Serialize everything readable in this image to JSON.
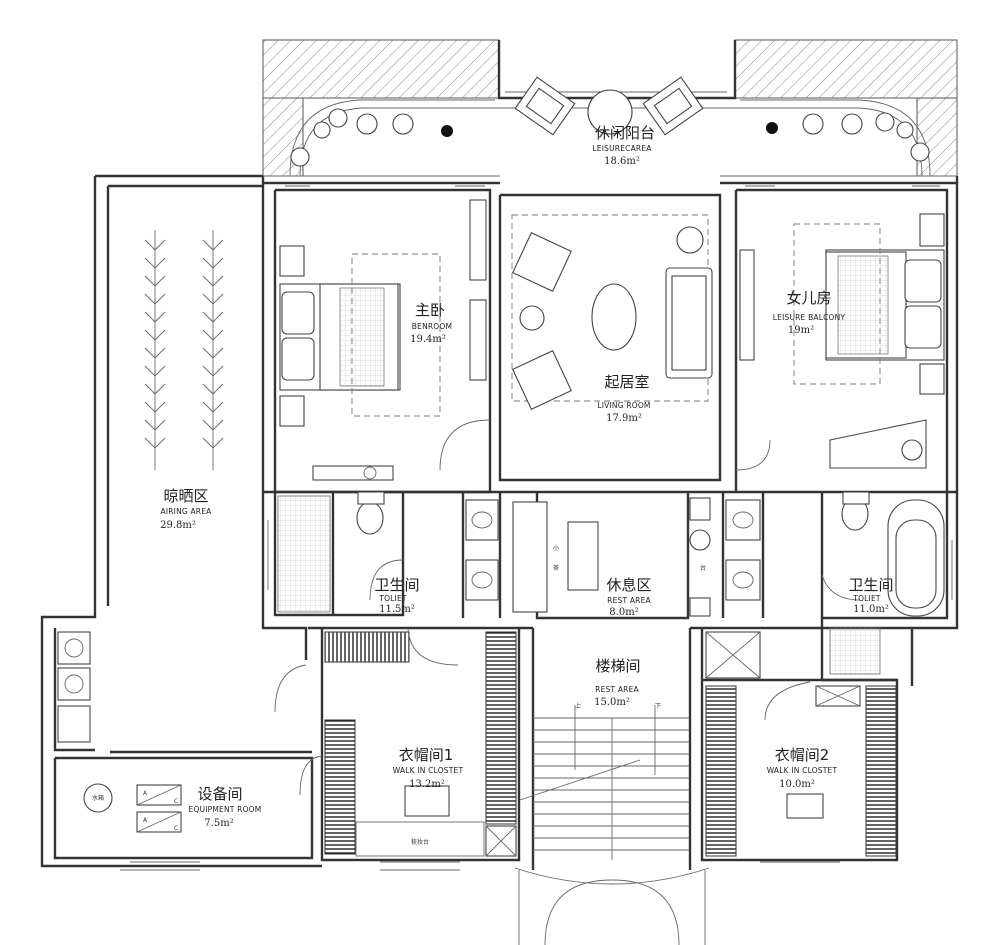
{
  "rooms": [
    {
      "id": "leisure",
      "cn": "休闲阳台",
      "en": "LEISURECAREA",
      "area": "18.6m²"
    },
    {
      "id": "master-bedroom",
      "cn": "主卧",
      "en": "BENROOM",
      "area": "19.4m²"
    },
    {
      "id": "living",
      "cn": "起居室",
      "en": "LIVING ROOM",
      "area": "17.9m²"
    },
    {
      "id": "daughter",
      "cn": "女儿房",
      "en": "LEISURE BALCONY",
      "area": "19m²"
    },
    {
      "id": "airing",
      "cn": "晾晒区",
      "en": "AIRING AREA",
      "area": "29.8m²"
    },
    {
      "id": "toilet-left",
      "cn": "卫生间",
      "en": "TOLIET",
      "area": "11.5m²"
    },
    {
      "id": "rest",
      "cn": "休息区",
      "en": "REST AREA",
      "area": "8.0m²"
    },
    {
      "id": "toilet-right",
      "cn": "卫生间",
      "en": "TOLIET",
      "area": "11.0m²"
    },
    {
      "id": "stair",
      "cn": "楼梯间",
      "en": "REST AREA",
      "area": "15.0m²"
    },
    {
      "id": "closet1",
      "cn": "衣帽间1",
      "en": "WALK IN CLOSTET",
      "area": "13.2m²"
    },
    {
      "id": "closet2",
      "cn": "衣帽间2",
      "en": "WALK IN CLOSTET",
      "area": "10.0m²"
    },
    {
      "id": "equipment",
      "cn": "设备间",
      "en": "EQUIPMENT ROOM",
      "area": "7.5m²"
    }
  ],
  "small_labels": {
    "water_tank": "水箱",
    "dresser": "梳妆台",
    "stair_up": "上",
    "stair_down": "下",
    "cabinet_a": "A",
    "cabinet_c": "C",
    "rest_left": "小",
    "rest_left2": "茶",
    "rest_right": "台"
  },
  "colors": {
    "wall": "#333333",
    "line": "#666666",
    "paper": "#ffffff"
  }
}
